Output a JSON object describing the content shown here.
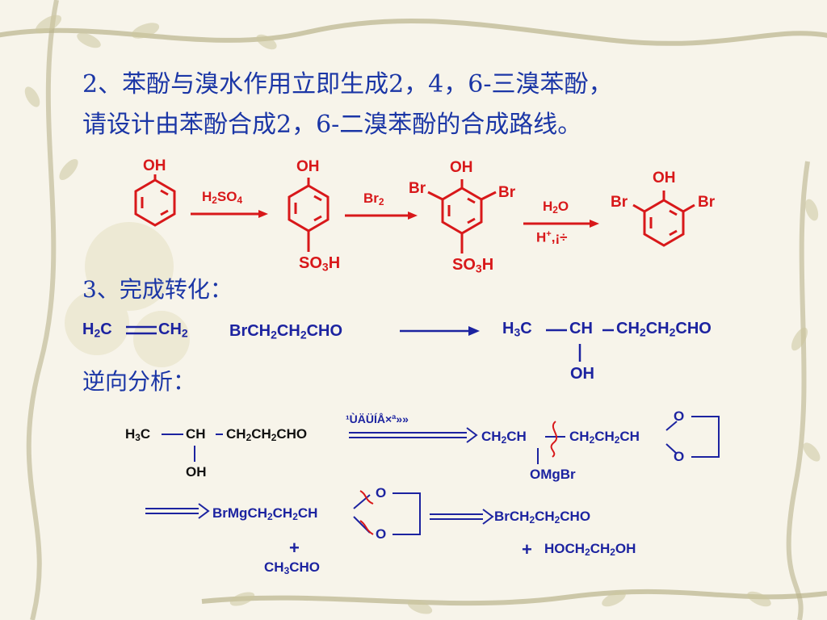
{
  "slide": {
    "q2_line1": "2、苯酚与溴水作用立即生成2，4，6-三溴苯酚，",
    "q2_line2": "请设计由苯酚合成2，6-二溴苯酚的合成路线。",
    "q3_title": "3、完成转化：",
    "retro_title": "逆向分析：",
    "plus": "+",
    "colors": {
      "heading": "#1b36a6",
      "red_scheme": "#d8181a",
      "blue_scheme": "#1c23a0",
      "background": "#f6f3e8"
    }
  },
  "scheme1": {
    "oh": "OH",
    "br": "Br",
    "reagent1_main": "H",
    "reagent1_sub1": "2",
    "reagent1_mid": "SO",
    "reagent1_sub2": "4",
    "reagent2_main": "Br",
    "reagent2_sub": "2",
    "reagent3_main": "H",
    "reagent3_sub": "2",
    "reagent3_end": "O",
    "reagent3b_main": "H",
    "reagent3b_sup": "+",
    "reagent3b_rest": ",¡÷",
    "so3h_a": "SO",
    "so3h_sub": "3",
    "so3h_b": "H"
  },
  "scheme2": {
    "ethylene_a": "H",
    "ethylene_sub1": "2",
    "ethylene_b": "C",
    "ethylene_c": "CH",
    "ethylene_sub2": "2",
    "brald_a": "BrCH",
    "brald_sub1": "2",
    "brald_b": "CH",
    "brald_sub2": "2",
    "brald_c": "CHO",
    "prod_a": "H",
    "prod_sub1": "3",
    "prod_b": "C",
    "prod_ch": "CH",
    "prod_c": "CH",
    "prod_sub2": "2",
    "prod_d": "CH",
    "prod_sub3": "2",
    "prod_e": "CHO",
    "prod_oh": "OH"
  },
  "retro": {
    "arrow_label": "¹ÙÄÜÍÅ×ª»»",
    "ch2ch": "CH",
    "ch2ch_sub": "2",
    "ch2ch_b": "CH",
    "omgbr": "OMgBr",
    "o": "O",
    "grignard_a": "BrMgCH",
    "grignard_sub1": "2",
    "grignard_b": "CH",
    "grignard_sub2": "2",
    "grignard_c": "CH",
    "acet_a": "CH",
    "acet_sub": "3",
    "acet_b": "CHO",
    "glycol_a": "HOCH",
    "glycol_sub1": "2",
    "glycol_b": "CH",
    "glycol_sub2": "2",
    "glycol_c": "OH"
  }
}
